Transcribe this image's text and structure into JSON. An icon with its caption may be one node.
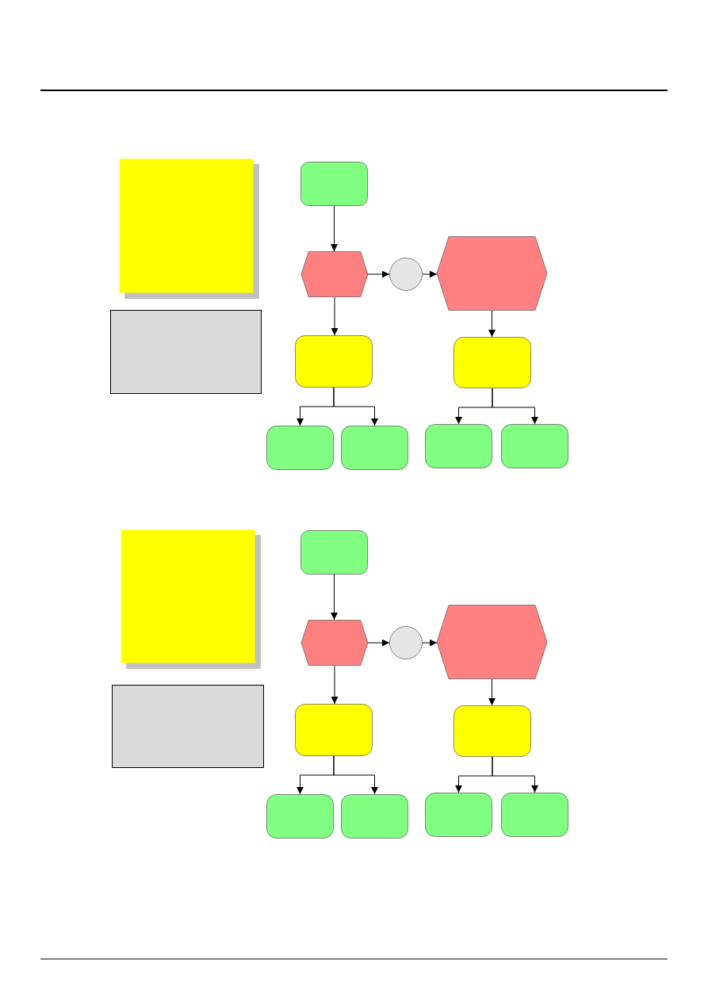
{
  "diagram": {
    "nodes": [
      {
        "text": [],
        "shape": "box"
      },
      {
        "text": [],
        "shape": "box"
      },
      {
        "text": [],
        "shape": "box"
      },
      {
        "text": [],
        "shape": "hexagon"
      },
      {
        "text": [],
        "shape": "circle"
      },
      {
        "text": [],
        "shape": "hexagon"
      },
      {
        "text": [],
        "shape": "box"
      },
      {
        "text": [],
        "shape": "box"
      },
      {
        "text": [],
        "shape": "box"
      },
      {
        "text": [],
        "shape": "box"
      },
      {
        "text": [],
        "shape": "box"
      },
      {
        "text": [],
        "shape": "box"
      },
      {
        "text": [],
        "shape": "box"
      },
      {
        "text": [],
        "shape": "box"
      },
      {
        "text": [],
        "shape": "box"
      },
      {
        "text": [],
        "shape": "hexagon"
      },
      {
        "text": [],
        "shape": "circle"
      },
      {
        "text": [],
        "shape": "hexagon"
      },
      {
        "text": [],
        "shape": "box"
      },
      {
        "text": [],
        "shape": "box"
      },
      {
        "text": [],
        "shape": "box"
      },
      {
        "text": [],
        "shape": "box"
      },
      {
        "text": [],
        "shape": "box"
      },
      {
        "text": [],
        "shape": "box"
      }
    ],
    "edges": [
      {
        "from": 2,
        "to": 3,
        "arrow": "to"
      },
      {
        "from": 3,
        "to": 4,
        "arrow": "to"
      },
      {
        "from": 4,
        "to": 5,
        "arrow": "to"
      },
      {
        "from": 3,
        "to": 6,
        "arrow": "to"
      },
      {
        "from": 5,
        "to": 7,
        "arrow": "to"
      },
      {
        "from": 6,
        "to": 8,
        "arrow": "to"
      },
      {
        "from": 6,
        "to": 9,
        "arrow": "to"
      },
      {
        "from": 7,
        "to": 10,
        "arrow": "to"
      },
      {
        "from": 7,
        "to": 11,
        "arrow": "to"
      },
      {
        "from": 14,
        "to": 15,
        "arrow": "to"
      },
      {
        "from": 15,
        "to": 16,
        "arrow": "to"
      },
      {
        "from": 16,
        "to": 17,
        "arrow": "to"
      },
      {
        "from": 15,
        "to": 18,
        "arrow": "to"
      },
      {
        "from": 17,
        "to": 19,
        "arrow": "to"
      },
      {
        "from": 18,
        "to": 20,
        "arrow": "to"
      },
      {
        "from": 18,
        "to": 21,
        "arrow": "to"
      },
      {
        "from": 19,
        "to": 22,
        "arrow": "to"
      },
      {
        "from": 19,
        "to": 23,
        "arrow": "to"
      }
    ]
  }
}
